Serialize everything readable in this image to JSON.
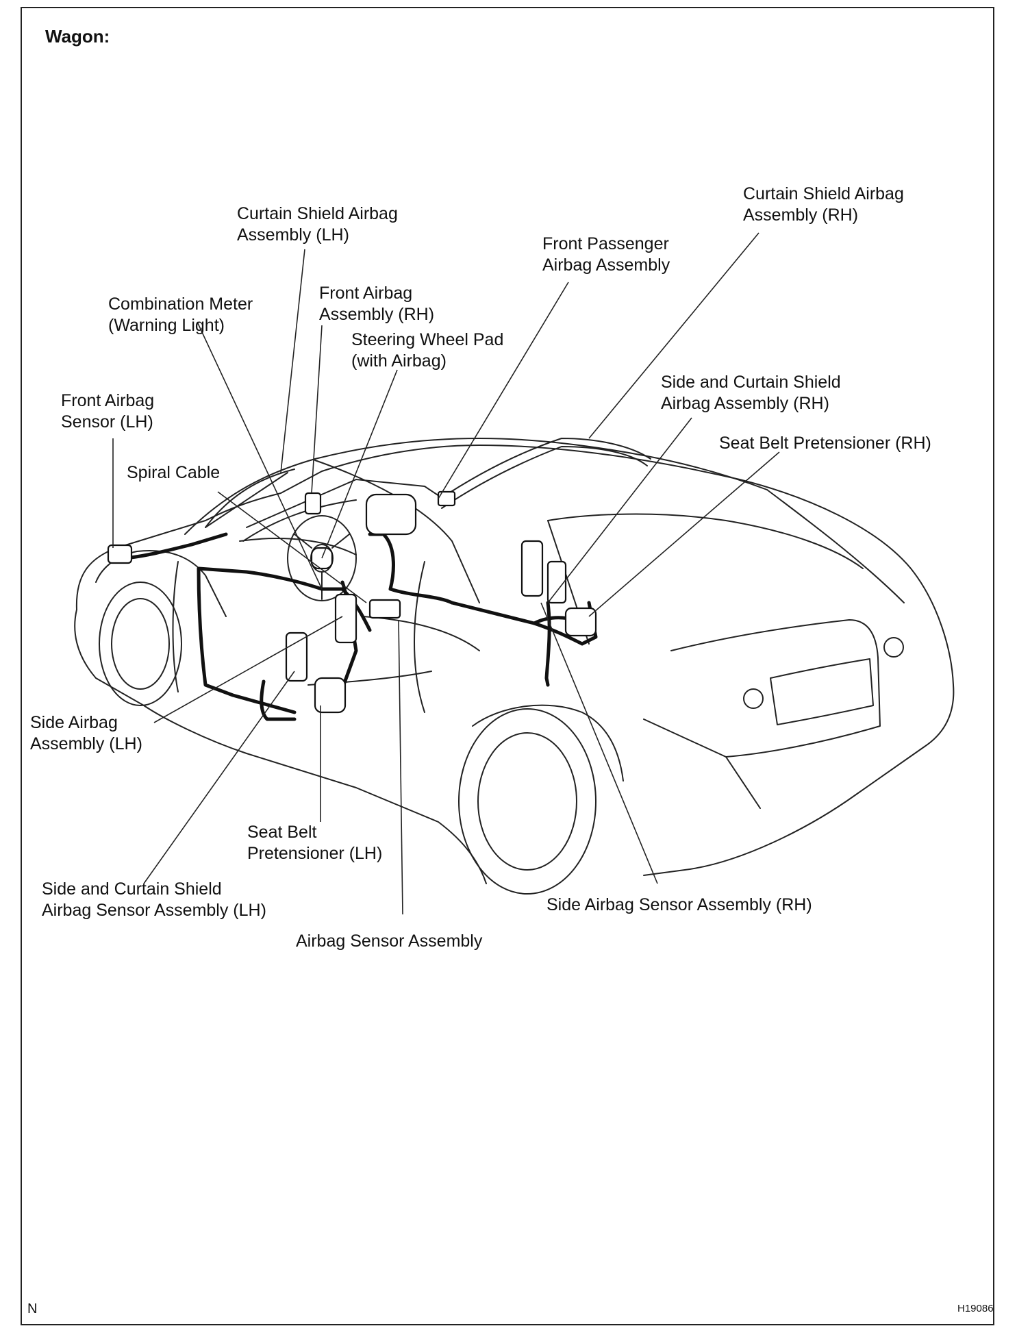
{
  "title": "Wagon:",
  "labels": {
    "curtain_lh": [
      "Curtain Shield Airbag",
      "Assembly (LH)"
    ],
    "curtain_rh": [
      "Curtain Shield Airbag",
      "Assembly (RH)"
    ],
    "front_passenger": [
      "Front Passenger",
      "Airbag Assembly"
    ],
    "combination_meter": [
      "Combination Meter",
      "(Warning Light)"
    ],
    "front_airbag_rh": [
      "Front Airbag",
      "Assembly (RH)"
    ],
    "steering_pad": [
      "Steering Wheel Pad",
      "(with Airbag)"
    ],
    "front_sensor_lh": [
      "Front Airbag",
      "Sensor (LH)"
    ],
    "side_curtain_rh": [
      "Side and Curtain Shield",
      "Airbag Assembly (RH)"
    ],
    "seatbelt_rh": [
      "Seat Belt Pretensioner (RH)"
    ],
    "spiral_cable": [
      "Spiral Cable"
    ],
    "side_airbag_lh": [
      "Side Airbag",
      "Assembly (LH)"
    ],
    "seatbelt_lh": [
      "Seat Belt",
      "Pretensioner (LH)"
    ],
    "side_curtain_sensor_lh": [
      "Side and Curtain Shield",
      "Airbag Sensor Assembly (LH)"
    ],
    "side_sensor_rh": [
      "Side Airbag Sensor Assembly (RH)"
    ],
    "airbag_sensor": [
      "Airbag Sensor Assembly"
    ]
  },
  "corner_left": "N",
  "figure_code": "H19086"
}
